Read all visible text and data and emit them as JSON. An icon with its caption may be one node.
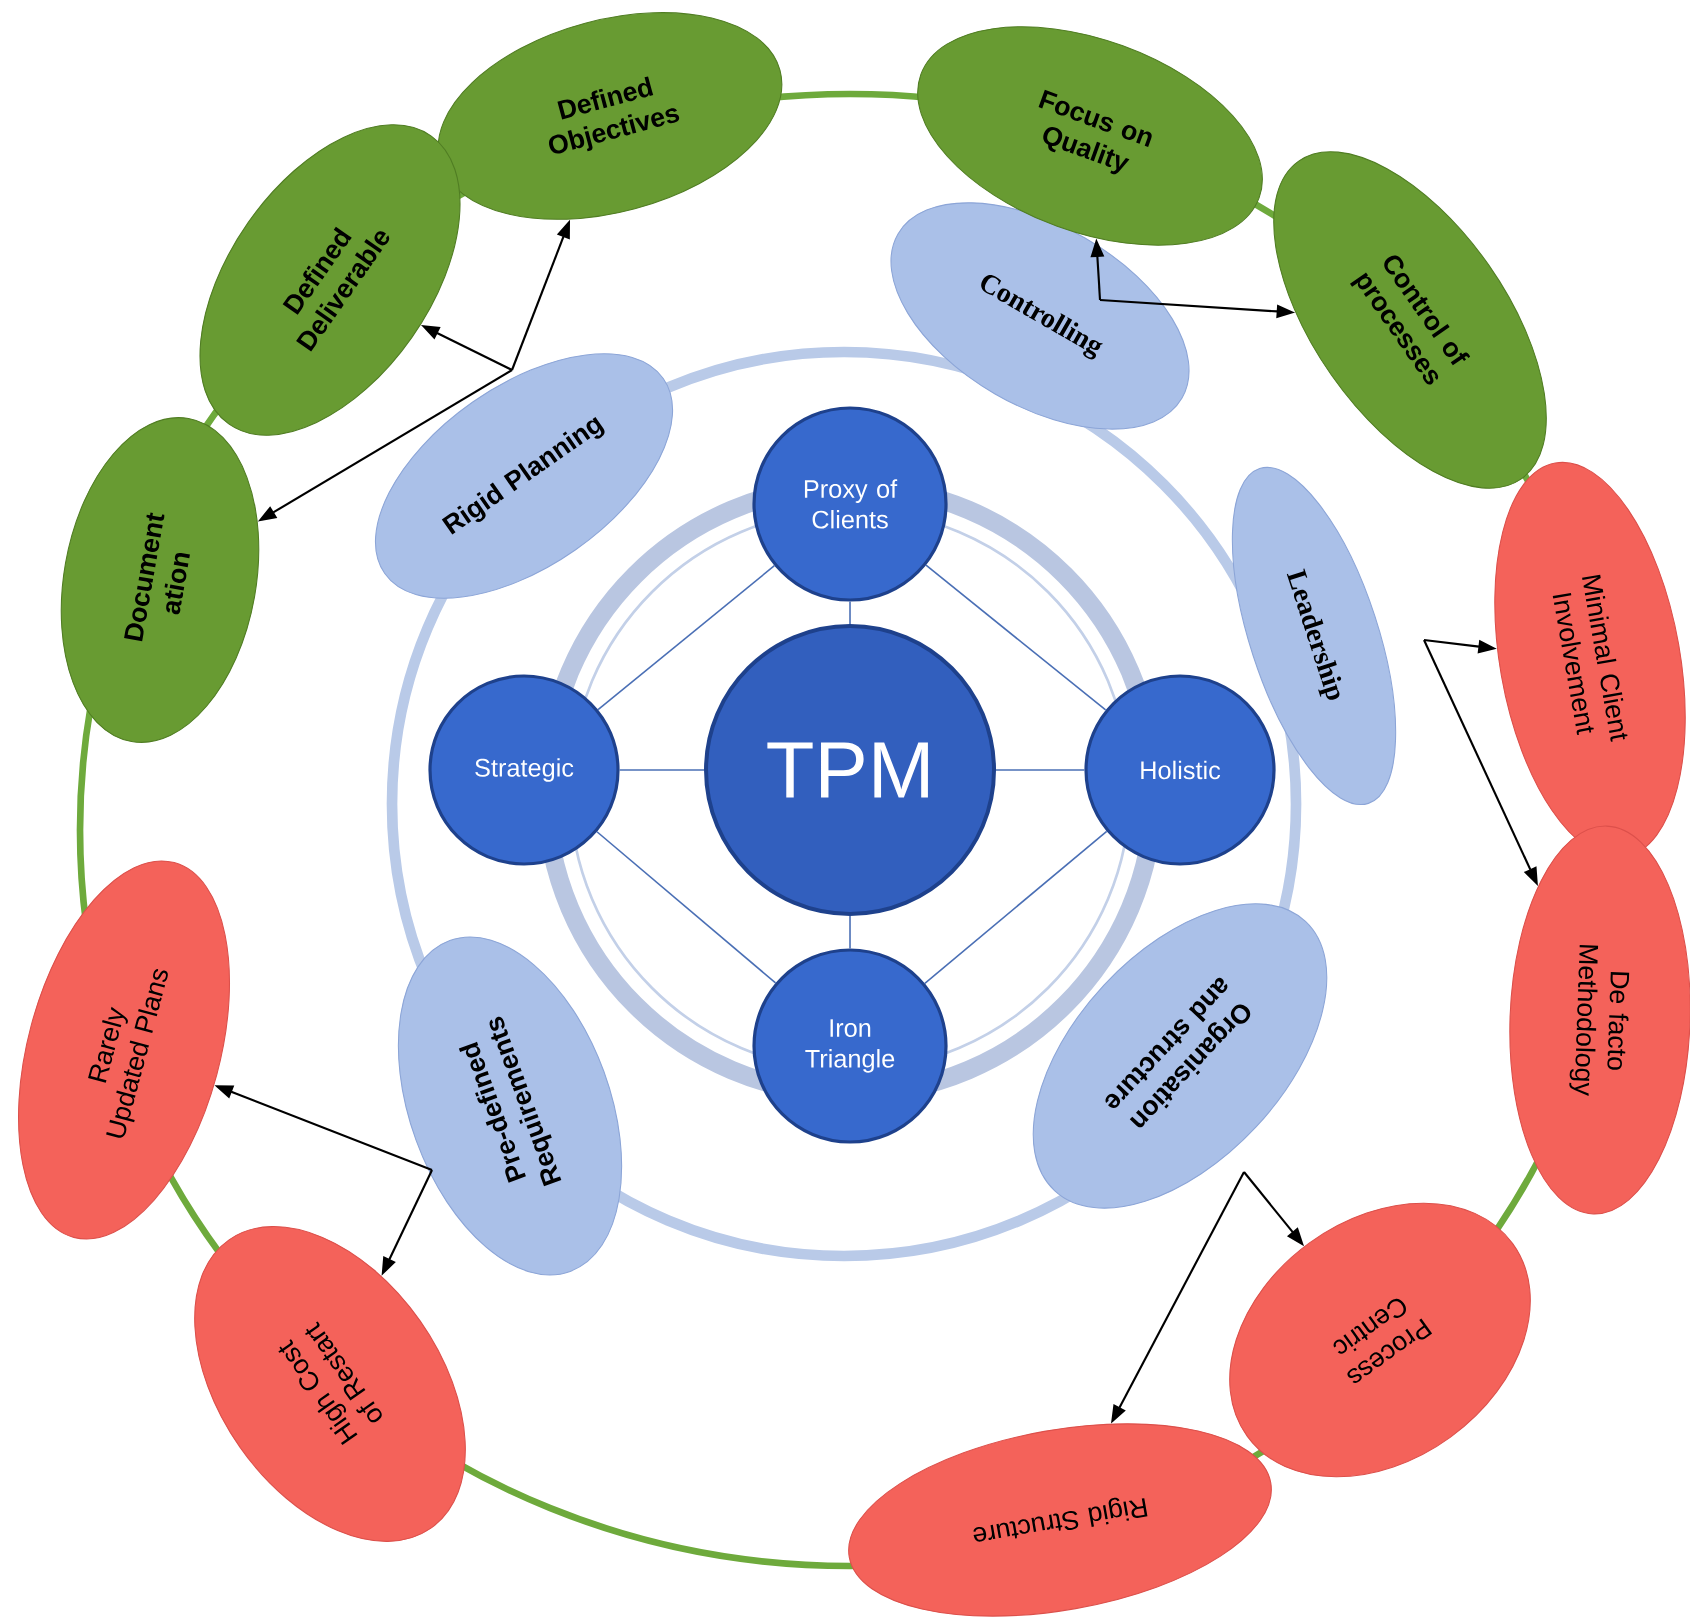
{
  "diagram": {
    "nodes": [
      {
        "text": [
          "TPM"
        ]
      },
      {
        "text": [
          "Proxy of Clients"
        ]
      },
      {
        "text": [
          "Strategic"
        ]
      },
      {
        "text": [
          "Holistic"
        ]
      },
      {
        "text": [
          "Iron Triangle"
        ]
      },
      {
        "text": [
          "Rigid Planning"
        ]
      },
      {
        "text": [
          "Controlling"
        ]
      },
      {
        "text": [
          "Leadership"
        ]
      },
      {
        "text": [
          "Pre-defined Requirements"
        ]
      },
      {
        "text": [
          "Organisation and structure"
        ]
      },
      {
        "text": [
          "Defined Objectives"
        ]
      },
      {
        "text": [
          "Defined Deliverable"
        ]
      },
      {
        "text": [
          "Document ation"
        ]
      },
      {
        "text": [
          "Focus on Quality"
        ]
      },
      {
        "text": [
          "Control of processes"
        ]
      },
      {
        "text": [
          "Minimal Client Involvement"
        ]
      },
      {
        "text": [
          "De facto Methodology"
        ]
      },
      {
        "text": [
          "Process Centric"
        ]
      },
      {
        "text": [
          "Rigid Structure"
        ]
      },
      {
        "text": [
          "High Cost of Restart"
        ]
      },
      {
        "text": [
          "Rarely Updated Plans"
        ]
      }
    ],
    "edges": [
      {
        "from": 0,
        "to": 1,
        "arrow": "none",
        "color": "#4a6fb5"
      },
      {
        "from": 0,
        "to": 2,
        "arrow": "none",
        "color": "#4a6fb5"
      },
      {
        "from": 0,
        "to": 3,
        "arrow": "none",
        "color": "#4a6fb5"
      },
      {
        "from": 0,
        "to": 4,
        "arrow": "none",
        "color": "#4a6fb5"
      },
      {
        "from": 1,
        "to": 2,
        "arrow": "none",
        "color": "#4a6fb5"
      },
      {
        "from": 1,
        "to": 3,
        "arrow": "none",
        "color": "#4a6fb5"
      },
      {
        "from": 2,
        "to": 4,
        "arrow": "none",
        "color": "#4a6fb5"
      },
      {
        "from": 3,
        "to": 4,
        "arrow": "none",
        "color": "#4a6fb5"
      },
      {
        "from": 5,
        "to": 10,
        "arrow": "to"
      },
      {
        "from": 5,
        "to": 11,
        "arrow": "to"
      },
      {
        "from": 5,
        "to": 12,
        "arrow": "to"
      },
      {
        "from": 6,
        "to": 13,
        "arrow": "to"
      },
      {
        "from": 6,
        "to": 14,
        "arrow": "to"
      },
      {
        "from": 7,
        "to": 15,
        "arrow": "to"
      },
      {
        "from": 7,
        "to": 16,
        "arrow": "to"
      },
      {
        "from": 9,
        "to": 17,
        "arrow": "to"
      },
      {
        "from": 9,
        "to": 18,
        "arrow": "to"
      },
      {
        "from": 8,
        "to": 20,
        "arrow": "to"
      },
      {
        "from": 8,
        "to": 19,
        "arrow": "to"
      }
    ]
  }
}
